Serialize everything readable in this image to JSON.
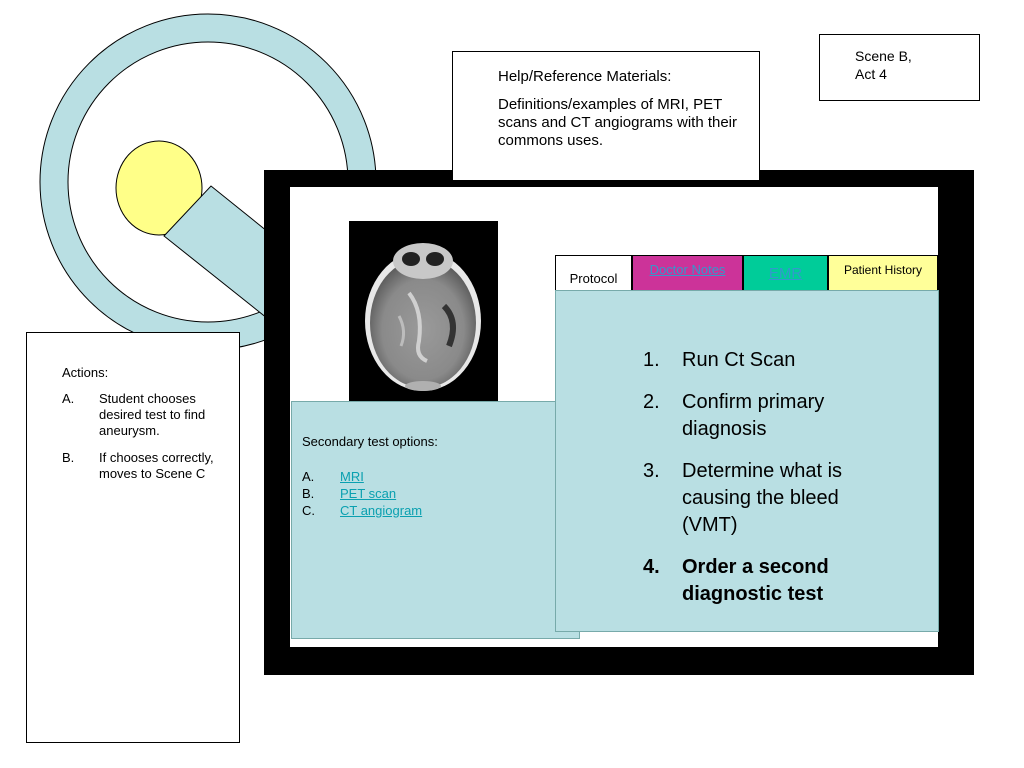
{
  "scene": {
    "line1": "Scene B,",
    "line2": "Act 4"
  },
  "help": {
    "title": "Help/Reference Materials:",
    "description": "Definitions/examples of MRI, PET scans and CT angiograms with their commons uses."
  },
  "tabs": {
    "protocol": "Protocol",
    "doctor_notes": "Doctor Notes",
    "emr": "EMR",
    "patient_history": "Patient History"
  },
  "protocol_steps": [
    {
      "num": "1.",
      "text": "Run Ct Scan"
    },
    {
      "num": "2.",
      "text": "Confirm primary diagnosis"
    },
    {
      "num": "3.",
      "text": "Determine what is causing the bleed (VMT)"
    },
    {
      "num": "4.",
      "text": "Order a second diagnostic test"
    }
  ],
  "secondary": {
    "title": "Secondary test options:",
    "options": [
      {
        "letter": "A.",
        "label": "MRI "
      },
      {
        "letter": "B.",
        "label": "PET scan "
      },
      {
        "letter": "C.",
        "label": "CT angiogram "
      }
    ]
  },
  "actions": {
    "title": "Actions:",
    "items": [
      {
        "letter": "A.",
        "text": "Student chooses desired test to find aneurysm."
      },
      {
        "letter": "B.",
        "text": "If chooses correctly, moves to Scene C"
      }
    ]
  },
  "colors": {
    "panel": "#b9dfe3",
    "doctor_tab": "#cc3399",
    "emr_tab": "#00cc99",
    "patient_tab": "#ffff99",
    "link": "#0aa0b0",
    "logo_lens": "#ffff88"
  },
  "icons": {
    "logo": "magnifier-icon",
    "scan": "ct-scan-image"
  }
}
